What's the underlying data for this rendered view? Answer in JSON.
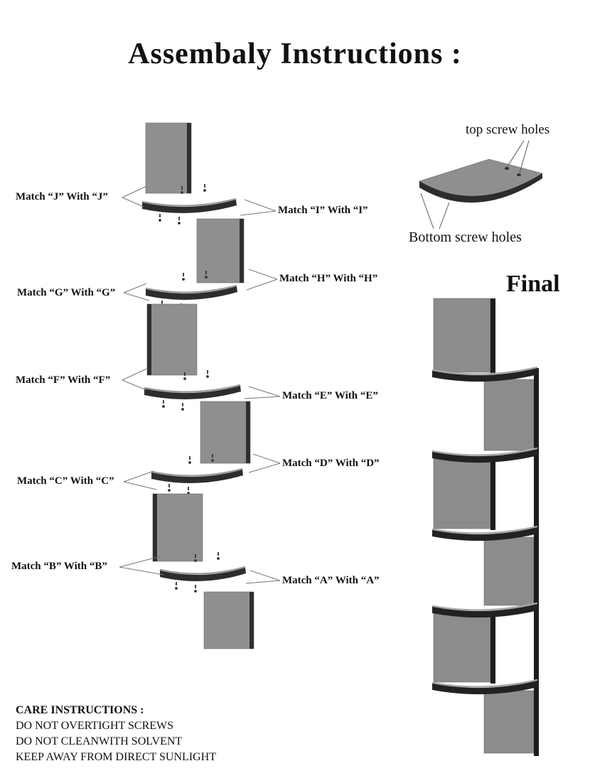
{
  "title": "Assembaly Instructions :",
  "exploded_view": {
    "match_labels": [
      {
        "id": "J",
        "side": "left",
        "text": "Match “J” With “J”"
      },
      {
        "id": "I",
        "side": "right",
        "text": "Match “I” With “I”"
      },
      {
        "id": "H",
        "side": "right",
        "text": "Match “H” With “H”"
      },
      {
        "id": "G",
        "side": "left",
        "text": "Match “G” With “G”"
      },
      {
        "id": "F",
        "side": "left",
        "text": "Match “F” With “F”"
      },
      {
        "id": "E",
        "side": "right",
        "text": "Match “E” With “E”"
      },
      {
        "id": "D",
        "side": "right",
        "text": "Match “D” With “D”"
      },
      {
        "id": "C",
        "side": "left",
        "text": "Match “C” With “C”"
      },
      {
        "id": "B",
        "side": "left",
        "text": "Match “B” With “B”"
      },
      {
        "id": "A",
        "side": "right",
        "text": "Match “A” With “A”"
      }
    ]
  },
  "shelf_detail": {
    "top_label": "top screw holes",
    "bottom_label": "Bottom screw holes"
  },
  "final": {
    "label": "Final"
  },
  "care": {
    "heading": "CARE INSTRUCTIONS :",
    "lines": [
      "DO NOT OVERTIGHT SCREWS",
      "DO NOT CLEANWITH SOLVENT",
      "KEEP AWAY FROM DIRECT SUNLIGHT"
    ]
  },
  "colors": {
    "background": "#ffffff",
    "panel_gray": "#8f8f8f",
    "edge_dark": "#262626",
    "text": "#000000"
  }
}
